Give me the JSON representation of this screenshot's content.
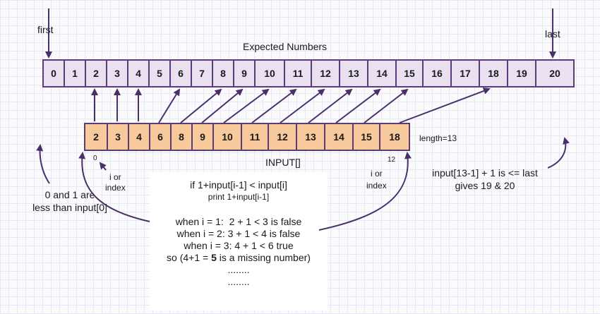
{
  "labels": {
    "first": "first",
    "last": "last",
    "title": "Expected Numbers",
    "input_name": "INPUT[]",
    "length": "length=13",
    "idx0": "0",
    "idx12": "12",
    "i_or_index": [
      "i or",
      "index"
    ],
    "left_note": [
      "0 and 1 are",
      "less than input[0]"
    ],
    "right_note": [
      "input[13-1] + 1 is <=  last",
      "gives 19 & 20"
    ]
  },
  "expected": [
    "0",
    "1",
    "2",
    "3",
    "4",
    "5",
    "6",
    "7",
    "8",
    "9",
    "10",
    "11",
    "12",
    "13",
    "14",
    "15",
    "16",
    "17",
    "18",
    "19",
    "20"
  ],
  "input": [
    "2",
    "3",
    "4",
    "6",
    "8",
    "9",
    "10",
    "11",
    "12",
    "13",
    "14",
    "15",
    "18"
  ],
  "code": {
    "line1": "if 1+input[i-1] < input[i]",
    "line2": "print 1+input[i-1]",
    "examples": [
      "when i = 1:  2 + 1 < 3 is false",
      "when i = 2: 3 + 1 < 4 is false",
      "when i = 3: 4 + 1 < 6 true"
    ],
    "conclusion_a": "so (4+1 = ",
    "conclusion_b": "5",
    "conclusion_c": " is a missing number)",
    "dots": [
      "........",
      "........"
    ]
  },
  "colors": {
    "expected_fill": "#ebe0f2",
    "input_fill": "#f8c99a",
    "stroke": "#5b3c7a"
  }
}
